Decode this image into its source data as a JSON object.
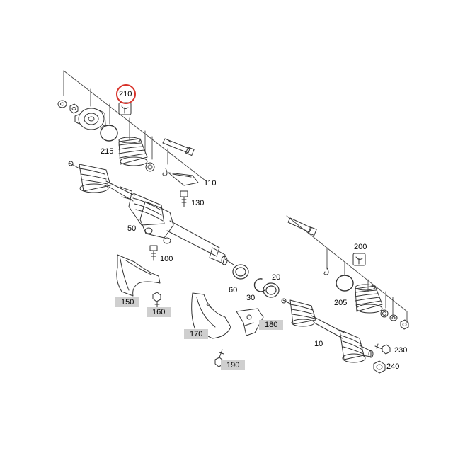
{
  "diagram": {
    "highlight_color": "#d8322a",
    "label_box_color": "#cfcfcf",
    "labels": {
      "l210": "210",
      "l215": "215",
      "l110": "110",
      "l130": "130",
      "l50": "50",
      "l100": "100",
      "l60": "60",
      "l30": "30",
      "l20": "20",
      "l200": "200",
      "l205": "205",
      "l10": "10",
      "l230": "230",
      "l240": "240",
      "l150": "150",
      "l160": "160",
      "l170": "170",
      "l180": "180",
      "l190": "190"
    }
  }
}
